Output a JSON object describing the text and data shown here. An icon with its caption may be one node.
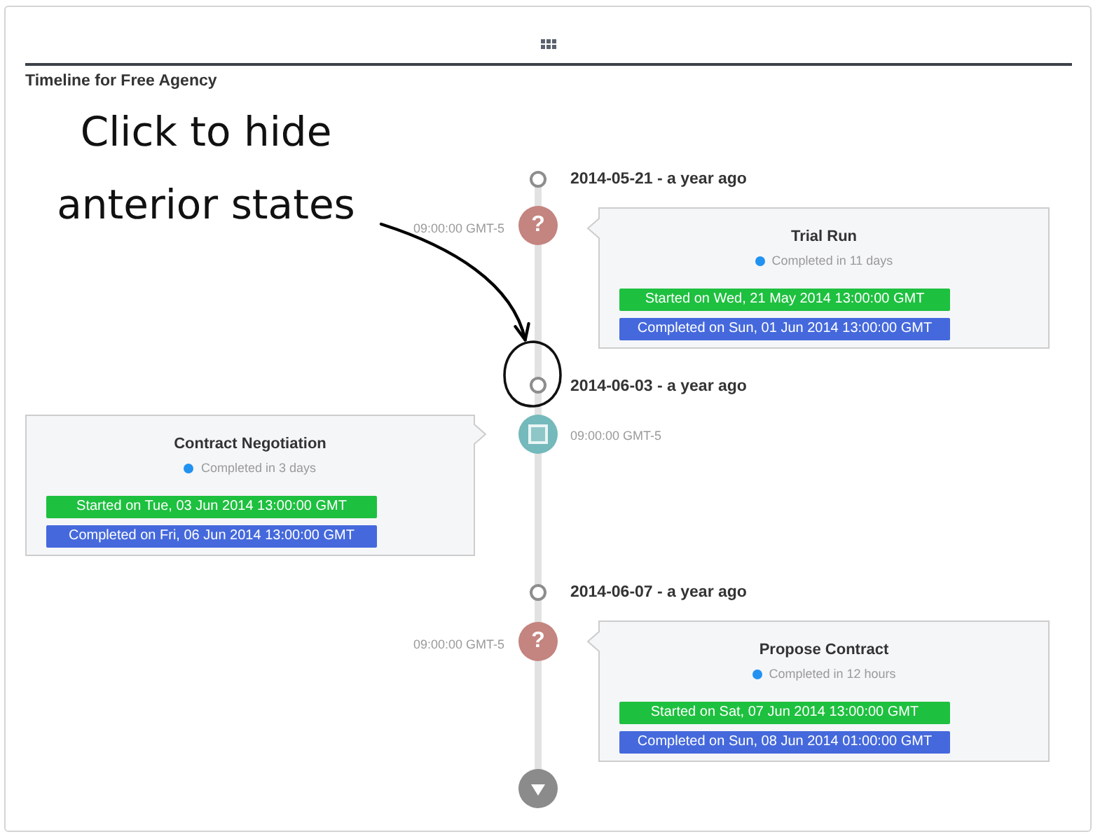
{
  "diagram": {
    "title": "Timeline for Free Agency",
    "nodes": [
      {
        "text": [
          "Click to hide anterior states"
        ]
      },
      {
        "text": [],
        "shape": "circle",
        "beside": [
          "2014-05-21 - a year ago"
        ]
      },
      {
        "text": [
          "?"
        ],
        "beside": [
          "09:00:00 GMT-5"
        ]
      },
      {
        "text": [
          "Trial Run",
          "Completed in 11 days",
          "Started on Wed, 21 May 2014 13:00:00 GMT",
          "Completed on Sun, 01 Jun 2014 13:00:00 GMT"
        ]
      },
      {
        "text": [],
        "shape": "circle"
      },
      {
        "text": [],
        "shape": "circle",
        "in": 4,
        "beside": [
          "2014-06-03 - a year ago"
        ]
      },
      {
        "text": [],
        "shape": "circle",
        "beside": [
          "09:00:00 GMT-5"
        ]
      },
      {
        "text": [
          "Contract Negotiation",
          "Completed in 3 days",
          "Started on Tue, 03 Jun 2014 13:00:00 GMT",
          "Completed on Fri, 06 Jun 2014 13:00:00 GMT"
        ]
      },
      {
        "text": [],
        "shape": "circle",
        "beside": [
          "2014-06-07 - a year ago"
        ]
      },
      {
        "text": [
          "?"
        ],
        "beside": [
          "09:00:00 GMT-5"
        ]
      },
      {
        "text": [
          "Propose Contract",
          "Completed in 12 hours",
          "Started on Sat, 07 Jun 2014 13:00:00 GMT",
          "Completed on Sun, 08 Jun 2014 01:00:00 GMT"
        ]
      },
      {
        "text": [],
        "shape": "circle"
      }
    ],
    "edges": [
      {
        "from": 0,
        "to": 4,
        "arrow": "to",
        "color": "#000000"
      },
      {
        "from": 1,
        "to": 2,
        "arrow": "none"
      },
      {
        "from": 2,
        "to": 5,
        "arrow": "none"
      },
      {
        "from": 5,
        "to": 6,
        "arrow": "none"
      },
      {
        "from": 6,
        "to": 8,
        "arrow": "none"
      },
      {
        "from": 8,
        "to": 9,
        "arrow": "none"
      },
      {
        "from": 9,
        "to": 11,
        "arrow": "none"
      }
    ]
  }
}
